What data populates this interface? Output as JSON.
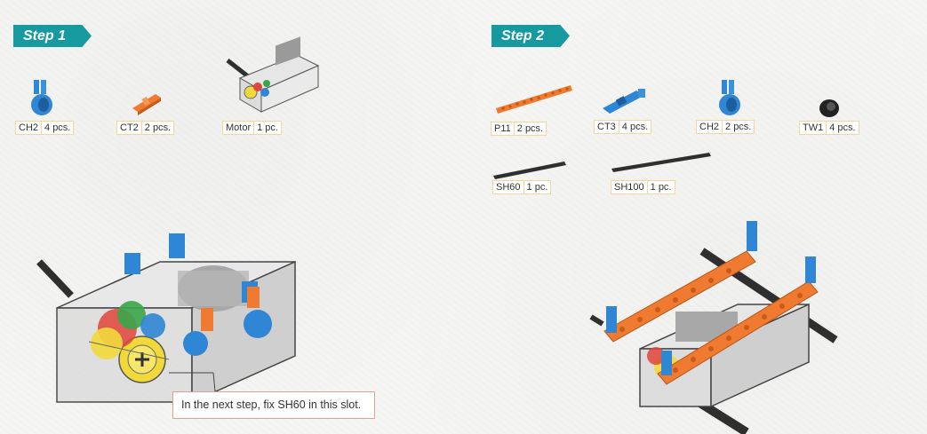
{
  "step1": {
    "tag": "Step 1",
    "parts": [
      {
        "code": "CH2",
        "qty": "4 pcs."
      },
      {
        "code": "CT2",
        "qty": "2 pcs."
      },
      {
        "code": "Motor",
        "qty": "1 pc."
      }
    ],
    "callout": "In the next step, fix SH60 in this slot."
  },
  "step2": {
    "tag": "Step 2",
    "parts": [
      {
        "code": "P11",
        "qty": "2 pcs."
      },
      {
        "code": "CT3",
        "qty": "4 pcs."
      },
      {
        "code": "CH2",
        "qty": "2 pcs."
      },
      {
        "code": "TW1",
        "qty": "4 pcs."
      },
      {
        "code": "SH60",
        "qty": "1 pc."
      },
      {
        "code": "SH100",
        "qty": "1 pc."
      }
    ]
  },
  "colors": {
    "teal": "#169aa0",
    "blue": "#2f86d4",
    "orange": "#f07a2f",
    "yellow": "#f2d93a",
    "shaft": "#2f2f2f"
  }
}
